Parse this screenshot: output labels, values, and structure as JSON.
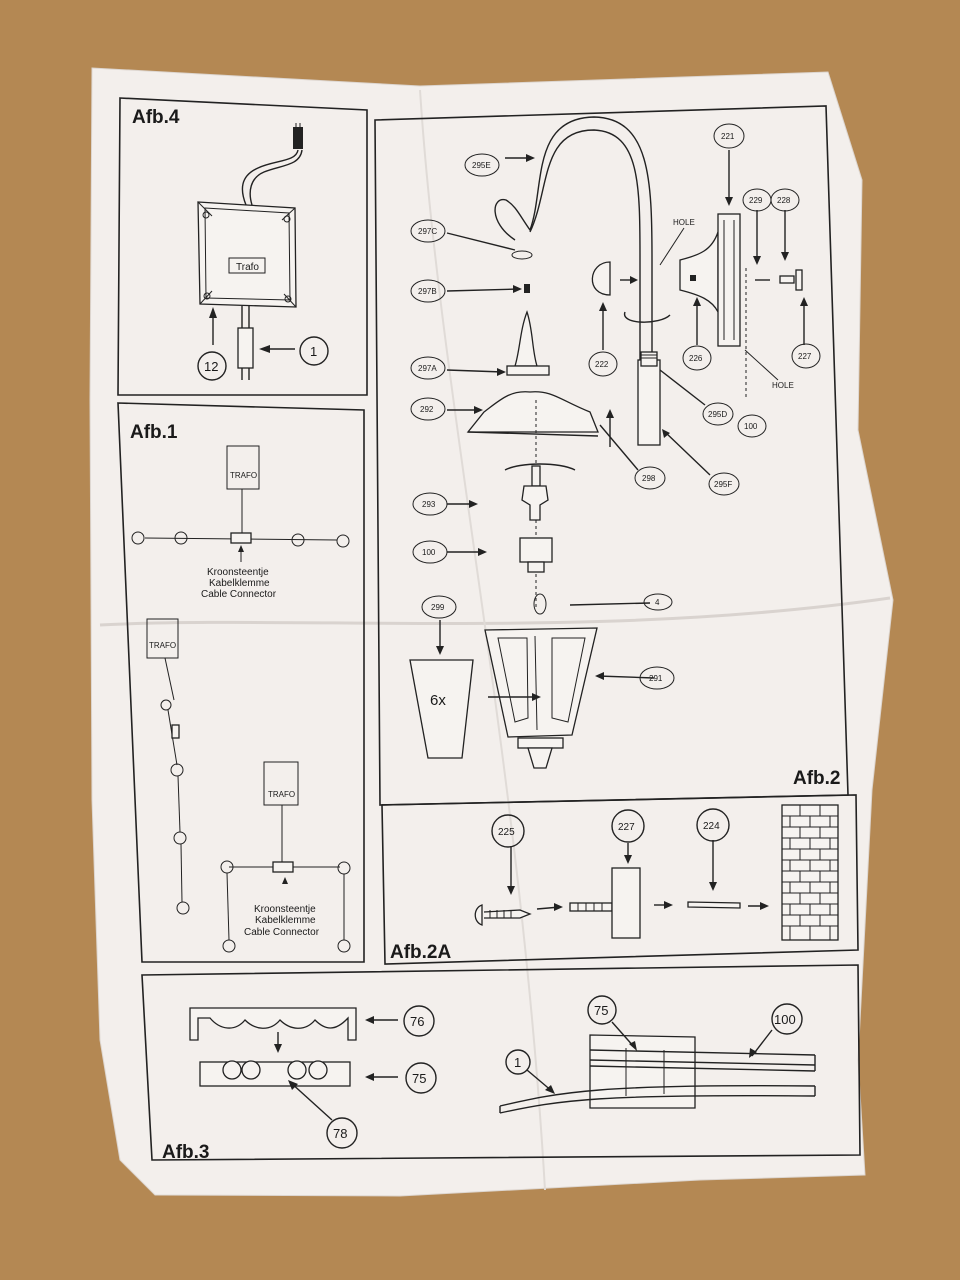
{
  "figures": {
    "afb4": {
      "title": "Afb.4",
      "trafo_label": "Trafo",
      "callout_12": "12",
      "callout_1": "1"
    },
    "afb1": {
      "title": "Afb.1",
      "trafo_top": "TRAFO",
      "trafo_side": "TRAFO",
      "trafo_bottom": "TRAFO",
      "connector_top": [
        "Kroonsteentje",
        "Kabelklemme",
        "Cable Connector"
      ],
      "connector_bottom": [
        "Kroonsteentje",
        "Kabelklemme",
        "Cable Connector"
      ]
    },
    "afb2": {
      "title": "Afb.2",
      "hole_label_top": "HOLE",
      "hole_label_bottom": "HOLE",
      "six_x": "6x",
      "callouts": {
        "c295E": "295E",
        "c297C": "297C",
        "c297B": "297B",
        "c297A": "297A",
        "c292": "292",
        "c293": "293",
        "c100a": "100",
        "c299": "299",
        "c4": "4",
        "c291": "291",
        "c221": "221",
        "c229": "229",
        "c228": "228",
        "c222": "222",
        "c226": "226",
        "c227": "227",
        "c295D": "295D",
        "c100b": "100",
        "c298": "298",
        "c295F": "295F"
      }
    },
    "afb2a": {
      "title": "Afb.2A",
      "c225": "225",
      "c227": "227",
      "c224": "224"
    },
    "afb3": {
      "title": "Afb.3",
      "c76": "76",
      "c75a": "75",
      "c78": "78",
      "c75b": "75",
      "c100": "100",
      "c1": "1"
    }
  }
}
